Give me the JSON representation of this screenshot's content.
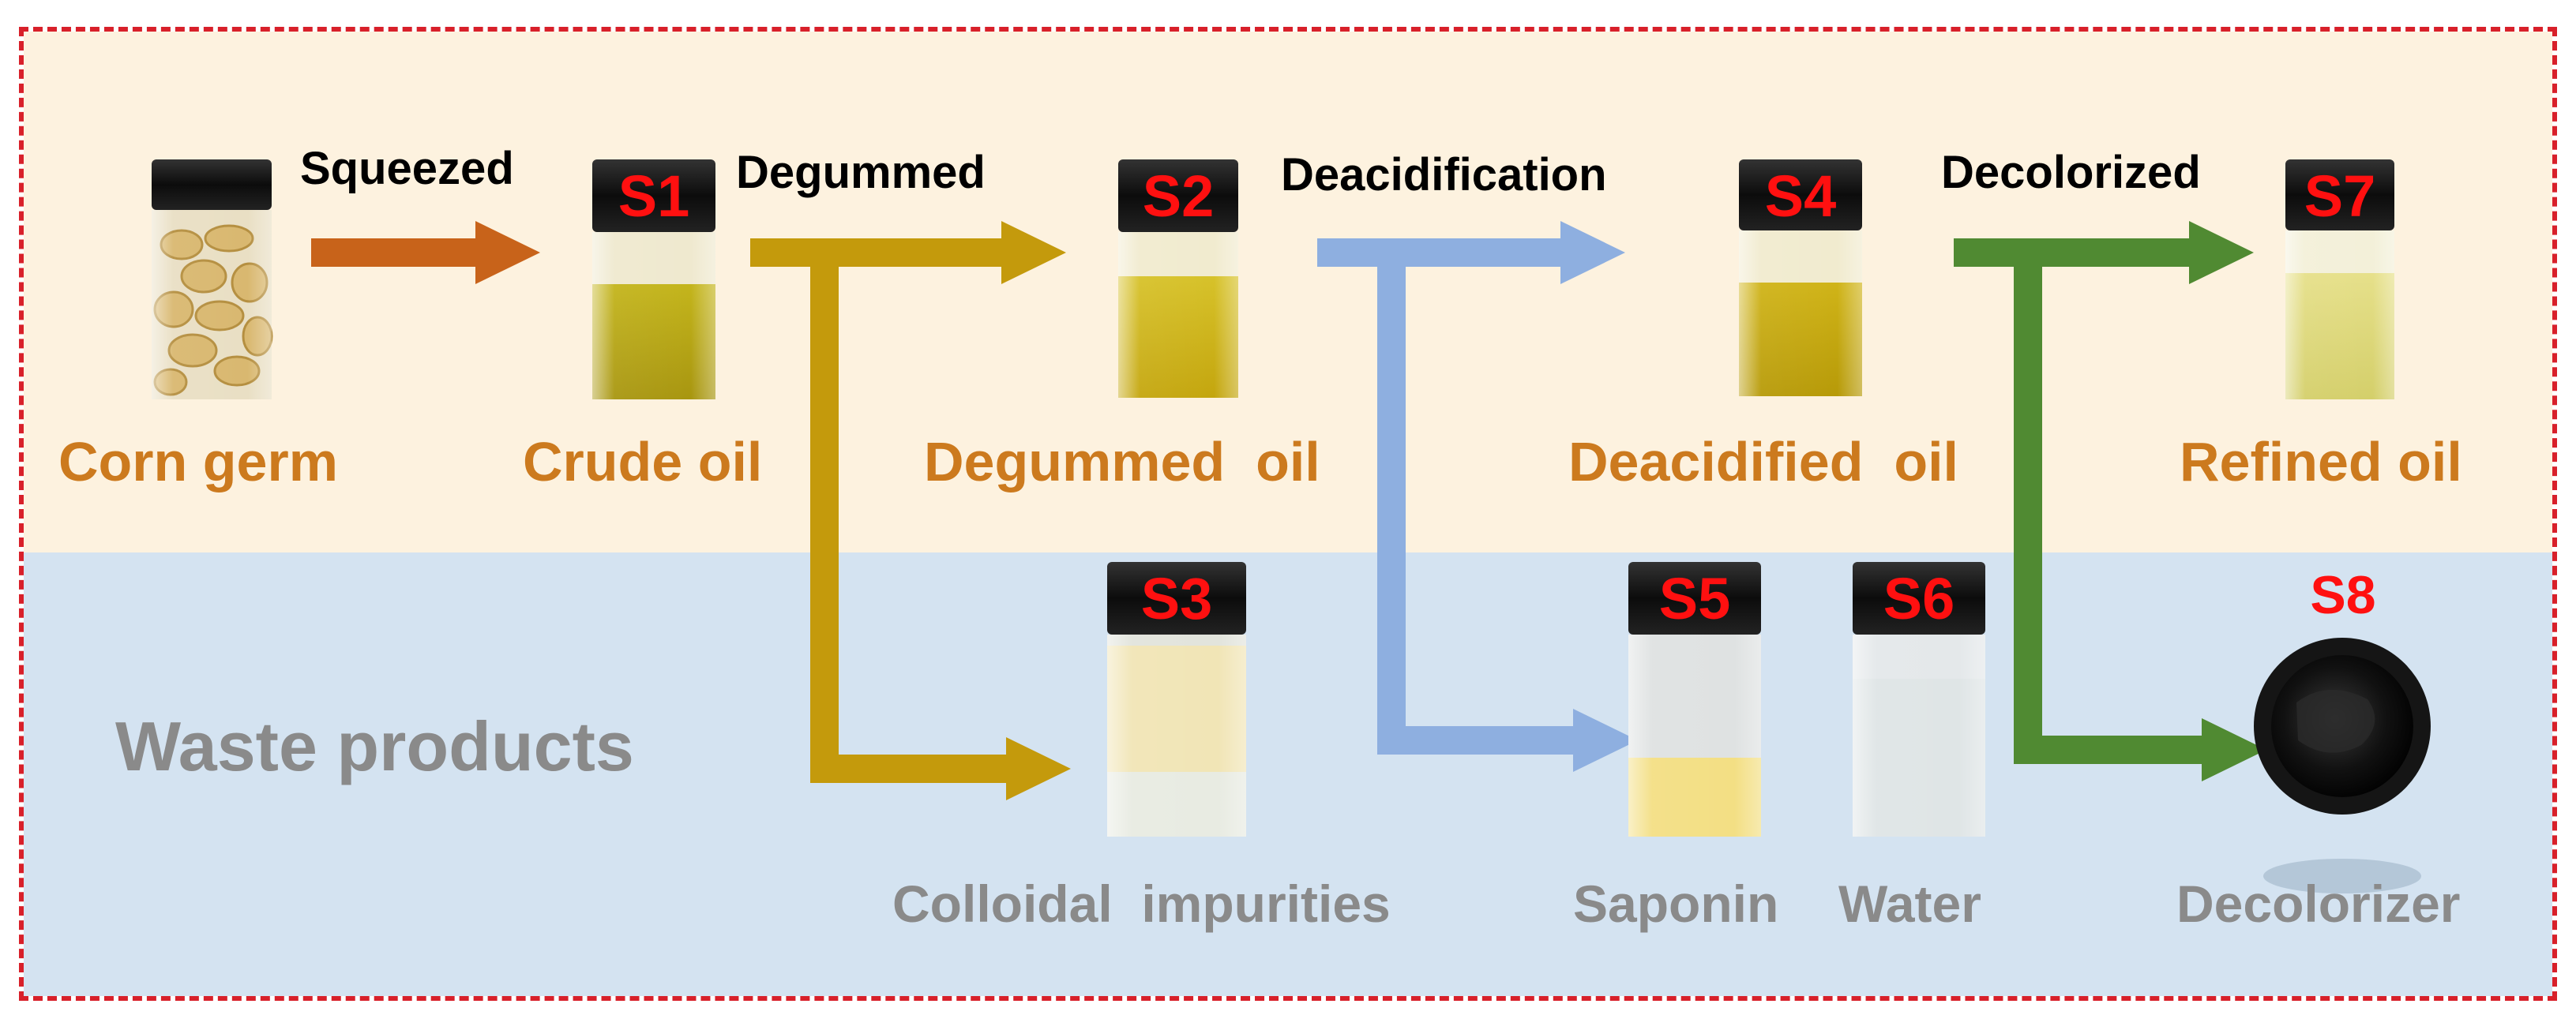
{
  "steps": {
    "squeezed": "Squeezed",
    "degummed": "Degummed",
    "deacidification": "Deacidification",
    "decolorized": "Decolorized"
  },
  "products": {
    "corn_germ": "Corn germ",
    "crude_oil": "Crude oil",
    "degummed_oil": "Degummed  oil",
    "deacidified_oil": "Deacidified  oil",
    "refined_oil": "Refined oil"
  },
  "waste": {
    "title": "Waste products",
    "colloidal": "Colloidal  impurities",
    "saponin": "Saponin",
    "water": "Water",
    "decolorizer": "Decolorizer"
  },
  "samples": {
    "s1": "S1",
    "s2": "S2",
    "s3": "S3",
    "s4": "S4",
    "s5": "S5",
    "s6": "S6",
    "s7": "S7",
    "s8": "S8"
  },
  "colors": {
    "border": "#d8202a",
    "top_band": "#fdf2df",
    "bottom_band": "#d4e3f1",
    "arrow_squeezed": "#c8631a",
    "arrow_degummed": "#c49a0c",
    "arrow_deacid": "#8eafe0",
    "arrow_decolor": "#508a32",
    "product_text": "#cc7a1e",
    "waste_text": "#8a8a8a",
    "sample_tag": "#ff1010"
  }
}
